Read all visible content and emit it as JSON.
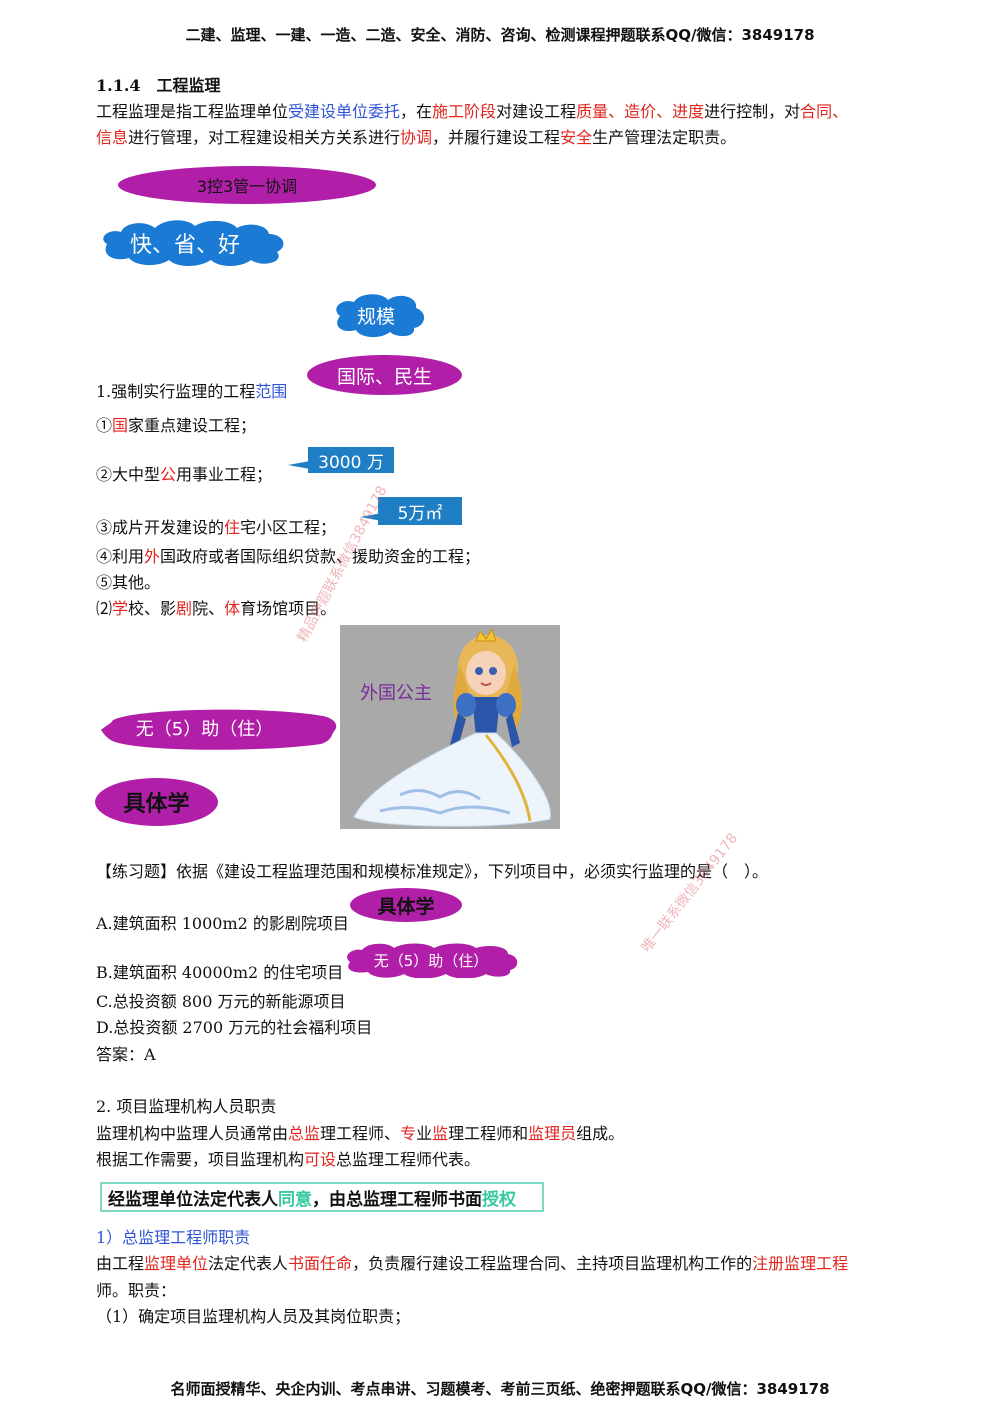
{
  "header": "二建、监理、一建、一造、二造、安全、消防、咨询、检测课程押题联系QQ/微信：3849178",
  "footer": "名师面授精华、央企内训、考点串讲、习题模考、考前三页纸、绝密押题联系QQ/微信：3849178",
  "section_title": "1.1.4　工程监理",
  "intro": {
    "l1": [
      {
        "t": "工程监理是指工程监理单位",
        "c": ""
      },
      {
        "t": "受建设单位委托",
        "c": "blue"
      },
      {
        "t": "，在",
        "c": ""
      },
      {
        "t": "施工阶段",
        "c": "red"
      },
      {
        "t": "对建设工程",
        "c": ""
      },
      {
        "t": "质量、造价、进度",
        "c": "red"
      },
      {
        "t": "进行控制，对",
        "c": ""
      },
      {
        "t": "合同、",
        "c": "red"
      }
    ],
    "l2": [
      {
        "t": "信息",
        "c": "red"
      },
      {
        "t": "进行管理，对工程建设相关方关系进行",
        "c": ""
      },
      {
        "t": "协调",
        "c": "red"
      },
      {
        "t": "，并履行建设工程",
        "c": ""
      },
      {
        "t": "安全",
        "c": "red"
      },
      {
        "t": "生产管理法定职责。",
        "c": ""
      }
    ]
  },
  "shapes": {
    "oval1": "3控3管一协调",
    "cloud1": "快、省、好",
    "cloud2": "规模",
    "oval2": "国际、民生",
    "callout1": "3000 万",
    "callout2": "5万㎡",
    "ribbon": "无（5）助（住）",
    "oval3": "具体学",
    "image_label": "外国公主",
    "oval4": "具体学",
    "cloud3": "无（5）助（住）"
  },
  "scope": {
    "heading": [
      {
        "t": "1.强制实行监理的工程",
        "c": ""
      },
      {
        "t": "范围",
        "c": "blue"
      }
    ],
    "item1": [
      {
        "t": "①",
        "c": ""
      },
      {
        "t": "国",
        "c": "red"
      },
      {
        "t": "家重点建设工程；",
        "c": ""
      }
    ],
    "item2": [
      {
        "t": "②大中型",
        "c": ""
      },
      {
        "t": "公",
        "c": "red"
      },
      {
        "t": "用事业工程；",
        "c": ""
      }
    ],
    "item3": [
      {
        "t": "③成片开发建设的",
        "c": ""
      },
      {
        "t": "住",
        "c": "red"
      },
      {
        "t": "宅小区工程；",
        "c": ""
      }
    ],
    "item4": [
      {
        "t": "④利用",
        "c": ""
      },
      {
        "t": "外",
        "c": "red"
      },
      {
        "t": "国政府或者国际组织贷款、援助资金的工程；",
        "c": ""
      }
    ],
    "item5": [
      {
        "t": "⑤其他。",
        "c": ""
      }
    ],
    "item6": [
      {
        "t": "⑵",
        "c": ""
      },
      {
        "t": "学",
        "c": "red"
      },
      {
        "t": "校、影",
        "c": ""
      },
      {
        "t": "剧",
        "c": "red"
      },
      {
        "t": "院、",
        "c": ""
      },
      {
        "t": "体",
        "c": "red"
      },
      {
        "t": "育场馆项目。",
        "c": ""
      }
    ]
  },
  "exercise": {
    "question": "【练习题】依据《建设工程监理范围和规模标准规定》，下列项目中，必须实行监理的是（　）。",
    "a": "A.建筑面积 1000m2 的影剧院项目",
    "b": "B.建筑面积 40000m2 的住宅项目",
    "c": "C.总投资额 800 万元的新能源项目",
    "d": "D.总投资额 2700 万元的社会福利项目",
    "answer": "答案：A"
  },
  "section2": {
    "title": "2. 项目监理机构人员职责",
    "p1": [
      {
        "t": "监理机构中监理人员通常由",
        "c": ""
      },
      {
        "t": "总监",
        "c": "red"
      },
      {
        "t": "理工程师、",
        "c": ""
      },
      {
        "t": "专",
        "c": "red"
      },
      {
        "t": "业",
        "c": ""
      },
      {
        "t": "监",
        "c": "red"
      },
      {
        "t": "理工程师和",
        "c": ""
      },
      {
        "t": "监理员",
        "c": "red"
      },
      {
        "t": "组成。",
        "c": ""
      }
    ],
    "p2": [
      {
        "t": "根据工作需要，项目监理机构",
        "c": ""
      },
      {
        "t": "可设",
        "c": "red"
      },
      {
        "t": "总监理工程师代表。",
        "c": ""
      }
    ],
    "box": [
      {
        "t": "经监理单位法定代表人",
        "c": ""
      },
      {
        "t": "同意",
        "c": "g"
      },
      {
        "t": "，由总监理工程师书面",
        "c": ""
      },
      {
        "t": "授权",
        "c": "g"
      }
    ],
    "sub": "1）总监理工程师职责",
    "p3": [
      {
        "t": "由工程",
        "c": ""
      },
      {
        "t": "监理单位",
        "c": "red"
      },
      {
        "t": "法定代表人",
        "c": ""
      },
      {
        "t": "书面任命",
        "c": "red"
      },
      {
        "t": "，负责履行建设工程监理合同、主持项目监理机构工作的",
        "c": ""
      },
      {
        "t": "注册监理工程",
        "c": "red"
      }
    ],
    "p4": "师。职责：",
    "p5": "（1）确定项目监理机构人员及其岗位职责；"
  },
  "watermarks": [
    "精品押题联系微信3849178",
    "唯一联系微信3849178"
  ],
  "colors": {
    "red": "#e0261f",
    "blue": "#2f55d4",
    "purple": "#b11fa8",
    "cloud_blue": "#1a7ad4",
    "callout_blue": "#1f7ec4",
    "box_border": "#7ed9c4",
    "box_green": "#37c8a0"
  }
}
